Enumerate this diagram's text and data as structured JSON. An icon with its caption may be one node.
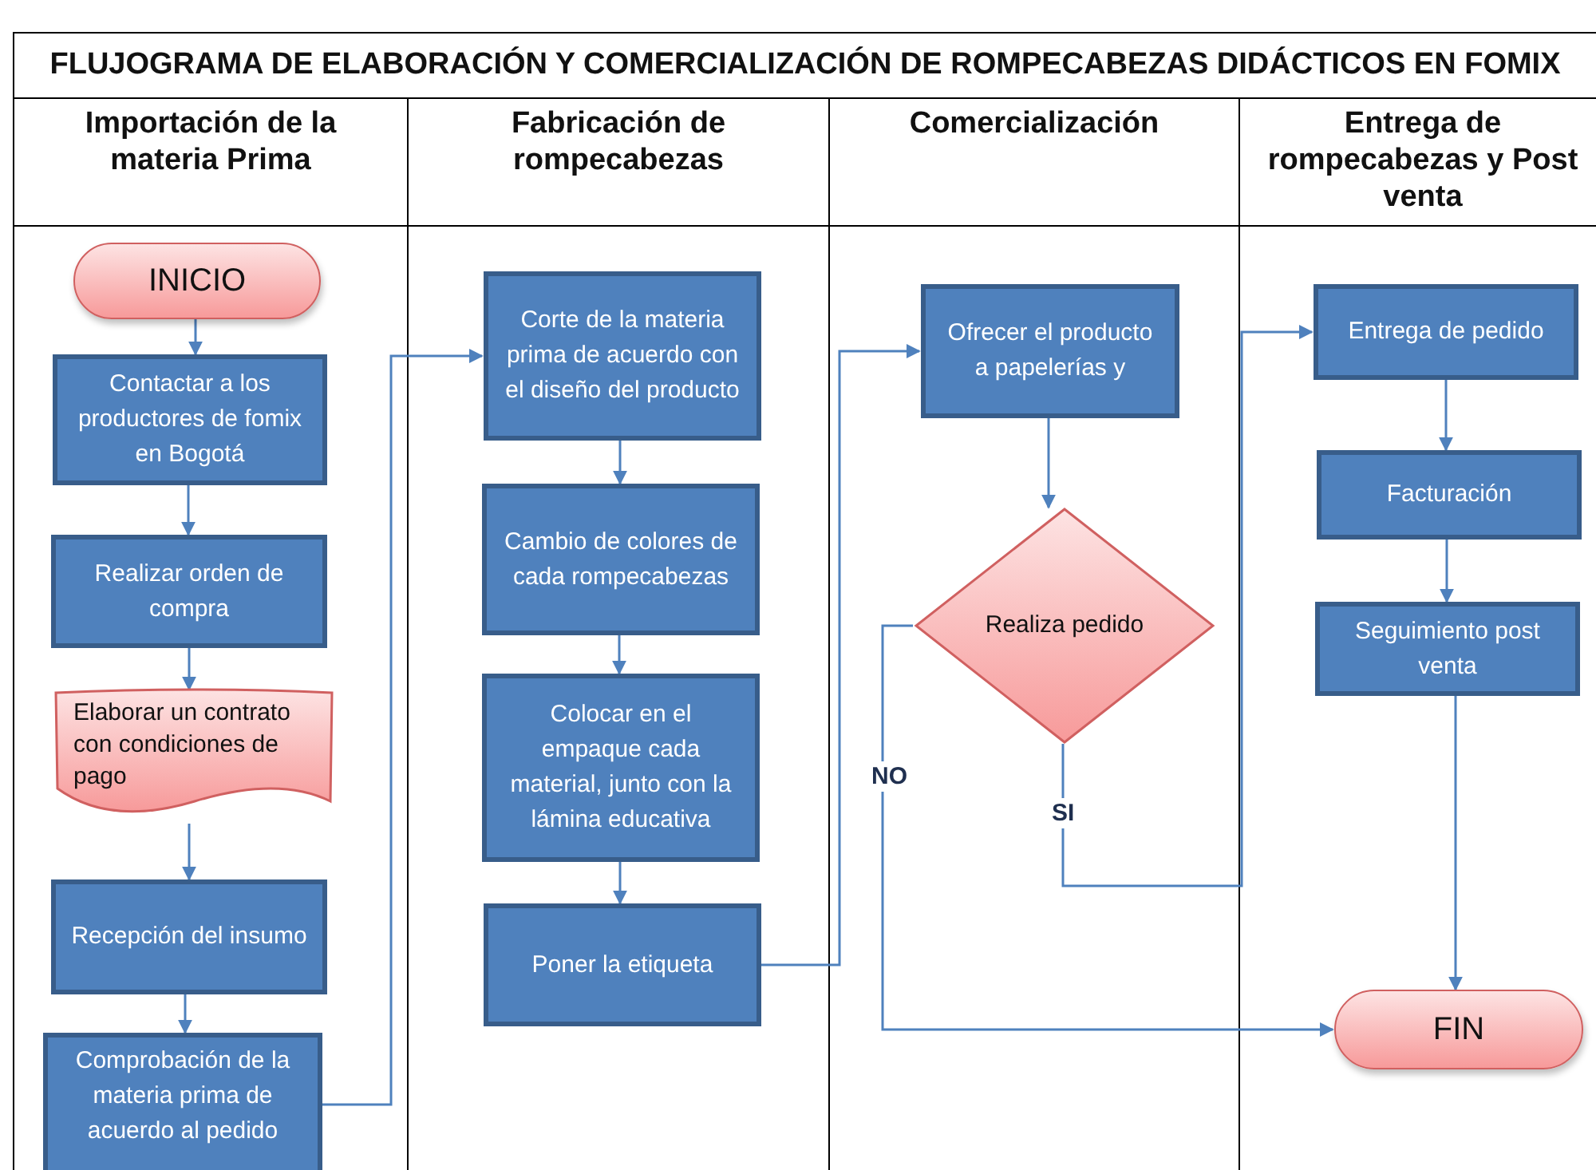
{
  "diagram": {
    "title": "FLUJOGRAMA DE ELABORACIÓN Y COMERCIALIZACIÓN DE ROMPECABEZAS DIDÁCTICOS EN FOMIX",
    "nodes": [
      {
        "text": [
          "Importación de la materia Prima"
        ]
      },
      {
        "text": [
          "INICIO"
        ],
        "in": 0
      },
      {
        "text": [
          "Contactar a los productores de fomix en Bogotá"
        ],
        "in": 0
      },
      {
        "text": [
          "Realizar orden de compra"
        ],
        "in": 0
      },
      {
        "text": [
          "Elaborar un contrato con condiciones de pago"
        ],
        "in": 0
      },
      {
        "text": [
          "Recepción del insumo"
        ],
        "in": 0
      },
      {
        "text": [
          "Comprobación de la materia prima de acuerdo al pedido"
        ],
        "in": 0
      },
      {
        "text": [
          "Fabricación de rompecabezas"
        ]
      },
      {
        "text": [
          "Corte de la materia prima de acuerdo con el diseño del producto"
        ],
        "in": 7
      },
      {
        "text": [
          "Cambio de colores de cada rompecabezas"
        ],
        "in": 7
      },
      {
        "text": [
          "Colocar en el empaque cada material, junto con la lámina educativa"
        ],
        "in": 7
      },
      {
        "text": [
          "Poner la etiqueta"
        ],
        "in": 7
      },
      {
        "text": [
          "Comercialización"
        ]
      },
      {
        "text": [
          "Ofrecer el producto a papelerías y"
        ],
        "in": 12
      },
      {
        "text": [
          "Realiza pedido"
        ],
        "in": 12
      },
      {
        "text": [
          "Entrega de rompecabezas y Post venta"
        ]
      },
      {
        "text": [
          "Entrega de pedido"
        ],
        "in": 15
      },
      {
        "text": [
          "Facturación"
        ],
        "in": 15
      },
      {
        "text": [
          "Seguimiento post venta"
        ],
        "in": 15
      },
      {
        "text": [
          "FIN"
        ],
        "in": 15
      }
    ],
    "edges": [
      {
        "from": 1,
        "to": 2,
        "arrow": "to"
      },
      {
        "from": 2,
        "to": 3,
        "arrow": "to"
      },
      {
        "from": 3,
        "to": 4,
        "arrow": "to"
      },
      {
        "from": 4,
        "to": 5,
        "arrow": "to"
      },
      {
        "from": 5,
        "to": 6,
        "arrow": "to"
      },
      {
        "from": 6,
        "to": 8,
        "arrow": "to"
      },
      {
        "from": 8,
        "to": 9,
        "arrow": "to"
      },
      {
        "from": 9,
        "to": 10,
        "arrow": "to"
      },
      {
        "from": 10,
        "to": 11,
        "arrow": "to"
      },
      {
        "from": 11,
        "to": 13,
        "arrow": "to"
      },
      {
        "from": 13,
        "to": 14,
        "arrow": "to"
      },
      {
        "from": 14,
        "to": 16,
        "arrow": "to",
        "label": "SI"
      },
      {
        "from": 14,
        "to": 19,
        "arrow": "to",
        "label": "NO"
      },
      {
        "from": 16,
        "to": 17,
        "arrow": "to"
      },
      {
        "from": 17,
        "to": 18,
        "arrow": "to"
      },
      {
        "from": 18,
        "to": 19,
        "arrow": "to"
      }
    ]
  }
}
